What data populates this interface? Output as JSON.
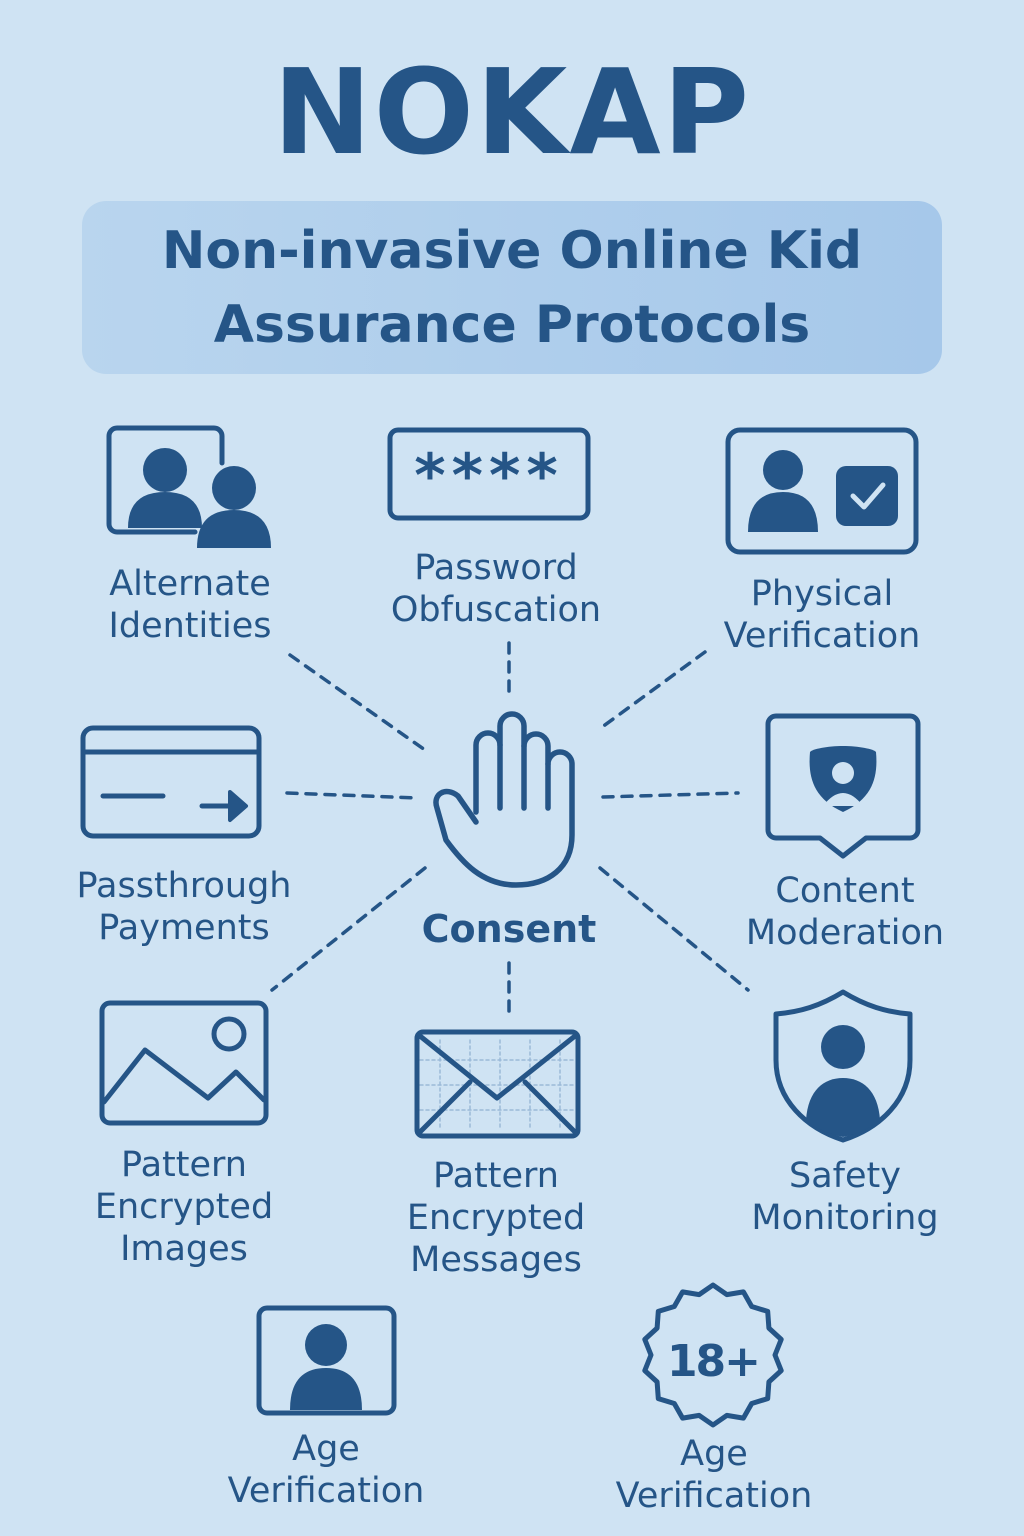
{
  "header": {
    "title": "NOKAP",
    "subtitle_line1": "Non-invasive Online Kid",
    "subtitle_line2": "Assurance Protocols"
  },
  "center": {
    "label": "Consent",
    "icon": "raised-hand-icon"
  },
  "items": [
    {
      "id": "alternate-identities",
      "lines": [
        "Alternate",
        "Identities"
      ],
      "icon": "two-users-icon"
    },
    {
      "id": "password-obfuscation",
      "lines": [
        "Password",
        "Obfuscation"
      ],
      "icon": "password-field-icon",
      "masked_text": "****"
    },
    {
      "id": "physical-verification",
      "lines": [
        "Physical",
        "Verification"
      ],
      "icon": "id-card-check-icon"
    },
    {
      "id": "passthrough-payments",
      "lines": [
        "Passthrough",
        "Payments"
      ],
      "icon": "credit-card-arrow-icon"
    },
    {
      "id": "content-moderation",
      "lines": [
        "Content",
        "Moderation"
      ],
      "icon": "user-badge-speech-icon"
    },
    {
      "id": "pattern-encrypted-images",
      "lines": [
        "Pattern",
        "Encrypted",
        "Images"
      ],
      "icon": "image-icon"
    },
    {
      "id": "pattern-encrypted-messages",
      "lines": [
        "Pattern",
        "Encrypted",
        "Messages"
      ],
      "icon": "envelope-icon"
    },
    {
      "id": "safety-monitoring",
      "lines": [
        "Safety",
        "Monitoring"
      ],
      "icon": "shield-user-icon"
    },
    {
      "id": "age-verification-photo",
      "lines": [
        "Age",
        "Verification"
      ],
      "icon": "user-photo-icon"
    },
    {
      "id": "age-verification-18",
      "lines": [
        "Age",
        "Verification"
      ],
      "icon": "age-18-badge-icon",
      "badge_text": "18+"
    }
  ],
  "colors": {
    "background": "#cfe3f3",
    "primary": "#255587",
    "subtitle_box": "#a9cbec"
  }
}
